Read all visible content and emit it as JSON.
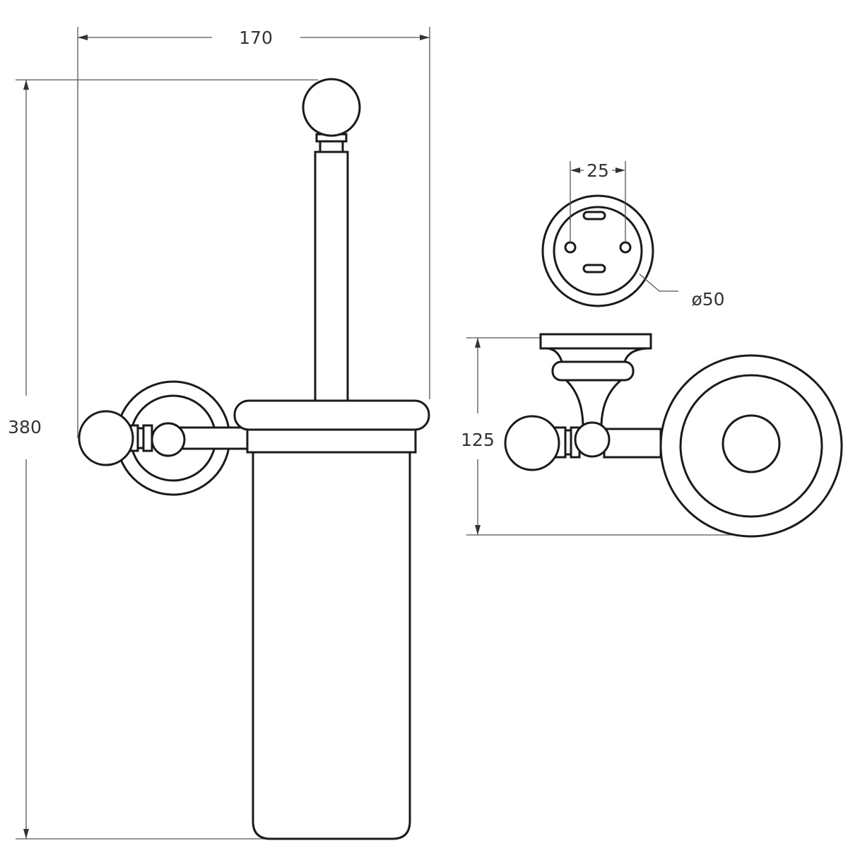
{
  "dimensions": {
    "width": "170",
    "height": "380",
    "hole_spacing": "25",
    "plate_diameter": "ø50",
    "projection": "125"
  },
  "colors": {
    "line": "#1a1a1a",
    "dimension": "#555555"
  }
}
